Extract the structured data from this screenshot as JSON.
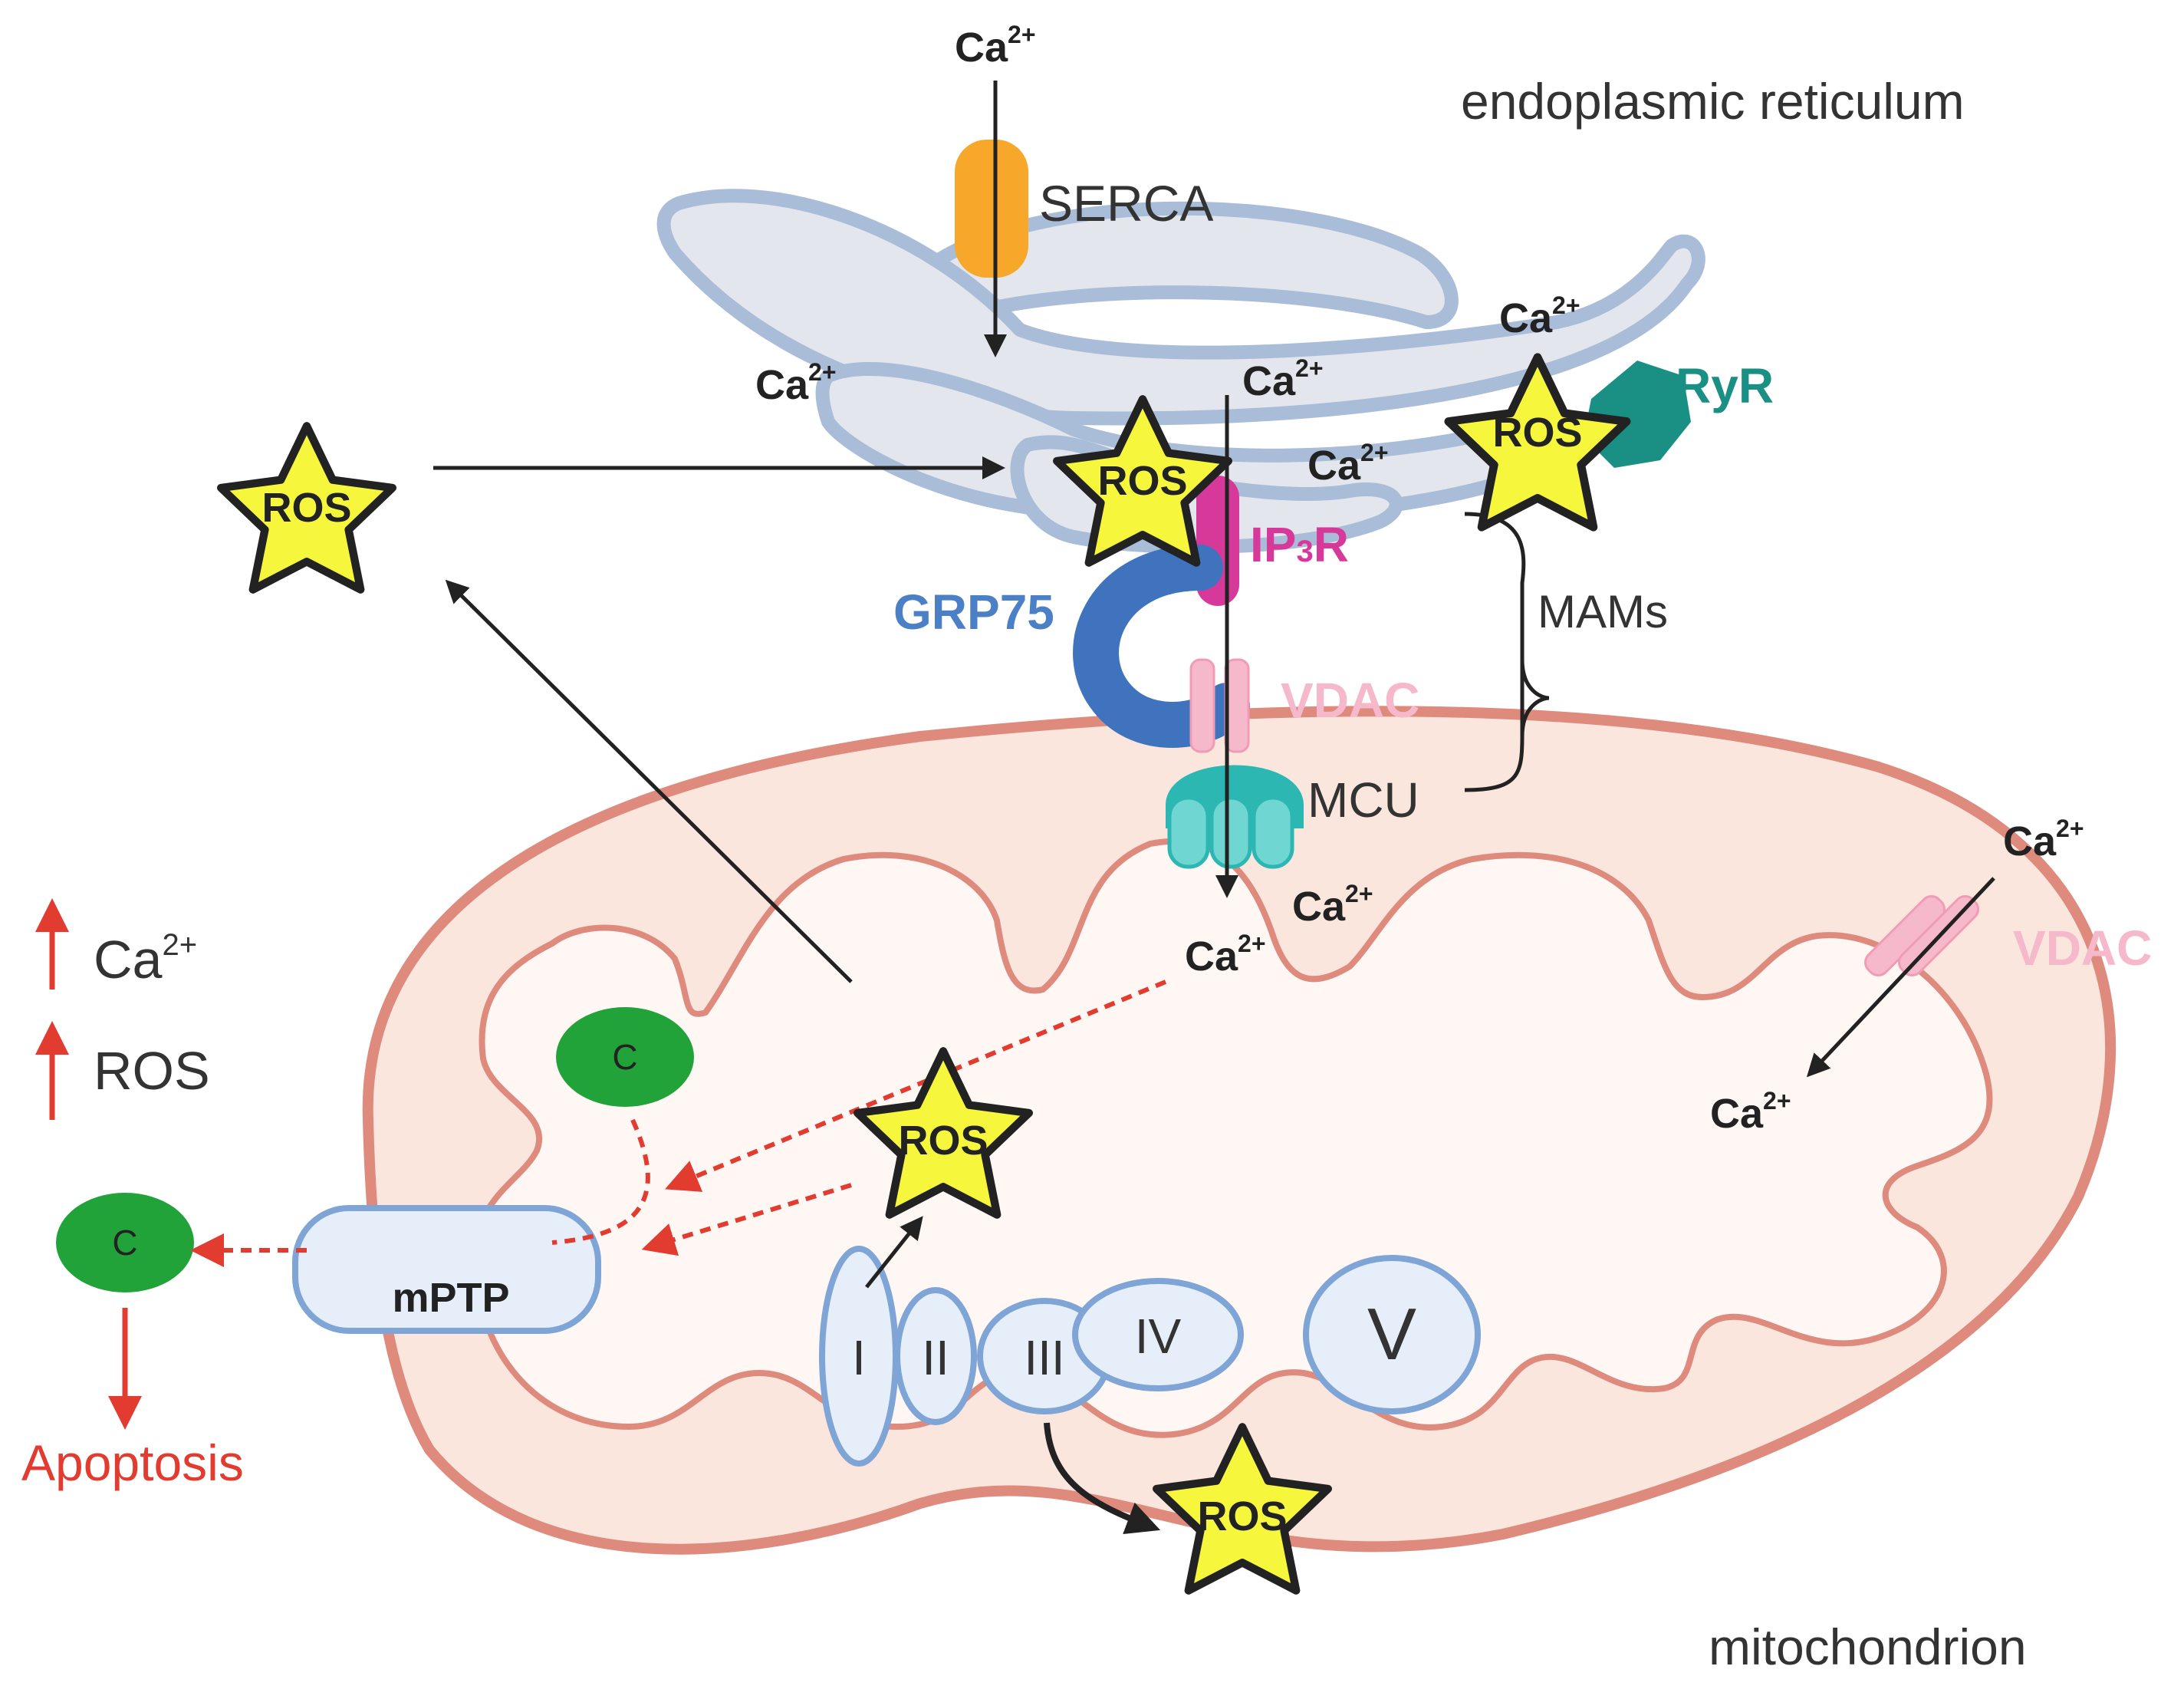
{
  "labels": {
    "er": "endoplasmic reticulum",
    "mito": "mitochondrion",
    "serca": "SERCA",
    "ryr": "RyR",
    "ip3r_main": "IP",
    "ip3r_sub": "3",
    "ip3r_end": "R",
    "grp75": "GRP75",
    "vdac": "VDAC",
    "mams": "MAMs",
    "mcu": "MCU",
    "mptp": "mPTP",
    "apoptosis": "Apoptosis",
    "ros": "ROS",
    "ca": "Ca",
    "ca_charge": "2+",
    "cyt_c": "C"
  },
  "complexes": [
    "I",
    "II",
    "III",
    "IV",
    "V"
  ],
  "legend": {
    "items": [
      {
        "label": "Ca",
        "sup": "2+"
      },
      {
        "label": "ROS"
      }
    ]
  },
  "colors": {
    "er_fill": "#e3e7ed",
    "er_stroke": "#a9bcd8",
    "mito_outer": "#fbe6dd",
    "mito_stroke": "#de8a7d",
    "mito_inner": "#fff7f4",
    "serca": "#f7a72a",
    "ryr": "#1a9085",
    "ip3r": "#d7399b",
    "grp75": "#4b7fc6",
    "vdac": "#f6b8cb",
    "mcu": "#2db7b3",
    "ros_star": "#f6f73c",
    "cyt_c": "#22a33a",
    "red": "#e23b30",
    "complex_fill": "#e6eff9",
    "complex_stroke": "#7fa4d6"
  }
}
